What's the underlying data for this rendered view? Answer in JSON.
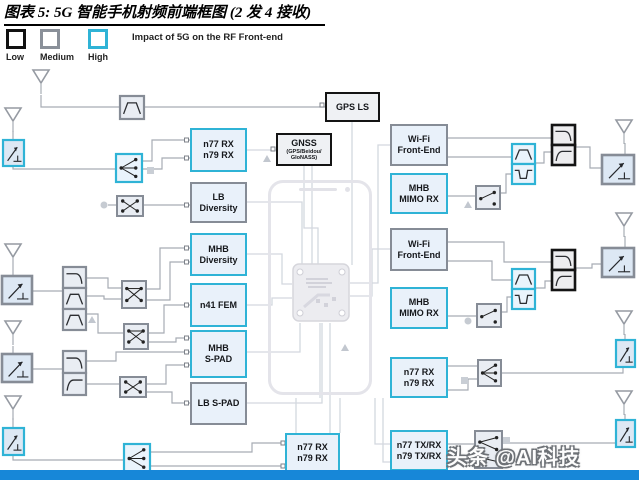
{
  "figure": {
    "title": "图表 5: 5G 智能手机射频前端框图 (2 发 4 接收)",
    "legend": {
      "items": [
        {
          "id": "low",
          "label": "Low",
          "impact": "low"
        },
        {
          "id": "medium",
          "label": "Medium",
          "impact": "medium"
        },
        {
          "id": "high",
          "label": "High",
          "impact": "high"
        }
      ],
      "caption": "Impact of 5G on the RF Front-end"
    },
    "colors": {
      "impact_low": "#141414",
      "impact_medium": "#868c96",
      "impact_high": "#2fb3d6",
      "box_fill": "#e9f1fa",
      "wire": "#a7acb4",
      "bottom_bar": "#1787d8"
    },
    "diagram": {
      "boxes": [
        {
          "id": "gps-ls",
          "lines": [
            "GPS LS"
          ],
          "impact": "low"
        },
        {
          "id": "gnss",
          "lines": [
            "GNSS"
          ],
          "sublines": [
            "(GPS/Beidou/",
            "GloNASS)"
          ],
          "impact": "low"
        },
        {
          "id": "n77-n79-rx-left",
          "lines": [
            "n77 RX",
            "n79 RX"
          ],
          "impact": "high"
        },
        {
          "id": "lb-diversity",
          "lines": [
            "LB",
            "Diversity"
          ],
          "impact": "medium"
        },
        {
          "id": "mhb-diversity",
          "lines": [
            "MHB",
            "Diversity"
          ],
          "impact": "high"
        },
        {
          "id": "n41-fem",
          "lines": [
            "n41 FEM"
          ],
          "impact": "high"
        },
        {
          "id": "mhb-s-pad",
          "lines": [
            "MHB",
            "S-PAD"
          ],
          "impact": "high"
        },
        {
          "id": "lb-s-pad",
          "lines": [
            "LB S-PAD"
          ],
          "impact": "medium"
        },
        {
          "id": "wifi-front-end-top",
          "lines": [
            "Wi-Fi",
            "Front-End"
          ],
          "impact": "medium"
        },
        {
          "id": "mhb-mimo-rx-top",
          "lines": [
            "MHB",
            "MIMO RX"
          ],
          "impact": "high"
        },
        {
          "id": "wifi-front-end-bottom",
          "lines": [
            "Wi-Fi",
            "Front-End"
          ],
          "impact": "medium"
        },
        {
          "id": "mhb-mimo-rx-bottom",
          "lines": [
            "MHB",
            "MIMO RX"
          ],
          "impact": "high"
        },
        {
          "id": "n77-n79-rx-right",
          "lines": [
            "n77 RX",
            "n79 RX"
          ],
          "impact": "high"
        },
        {
          "id": "n77-n79-rx-bottom",
          "lines": [
            "n77 RX",
            "n79 RX"
          ],
          "impact": "high"
        },
        {
          "id": "n77-n79-txrx",
          "lines": [
            "n77 TX/RX",
            "n79 TX/RX"
          ],
          "impact": "high"
        }
      ],
      "icon_names": [
        "antenna-icon",
        "antenna-tuner-icon",
        "bandpass-filter-icon",
        "lowpass-filter-icon",
        "highpass-filter-icon",
        "bandstop-filter-icon",
        "triplexer-filter-icon",
        "diplexer-filter-icon",
        "duplexer-filter-icon",
        "rf-switch-icon",
        "cross-switch-icon",
        "phone-outline",
        "pcb-chip"
      ]
    },
    "watermark": "头条 @AI科技"
  }
}
